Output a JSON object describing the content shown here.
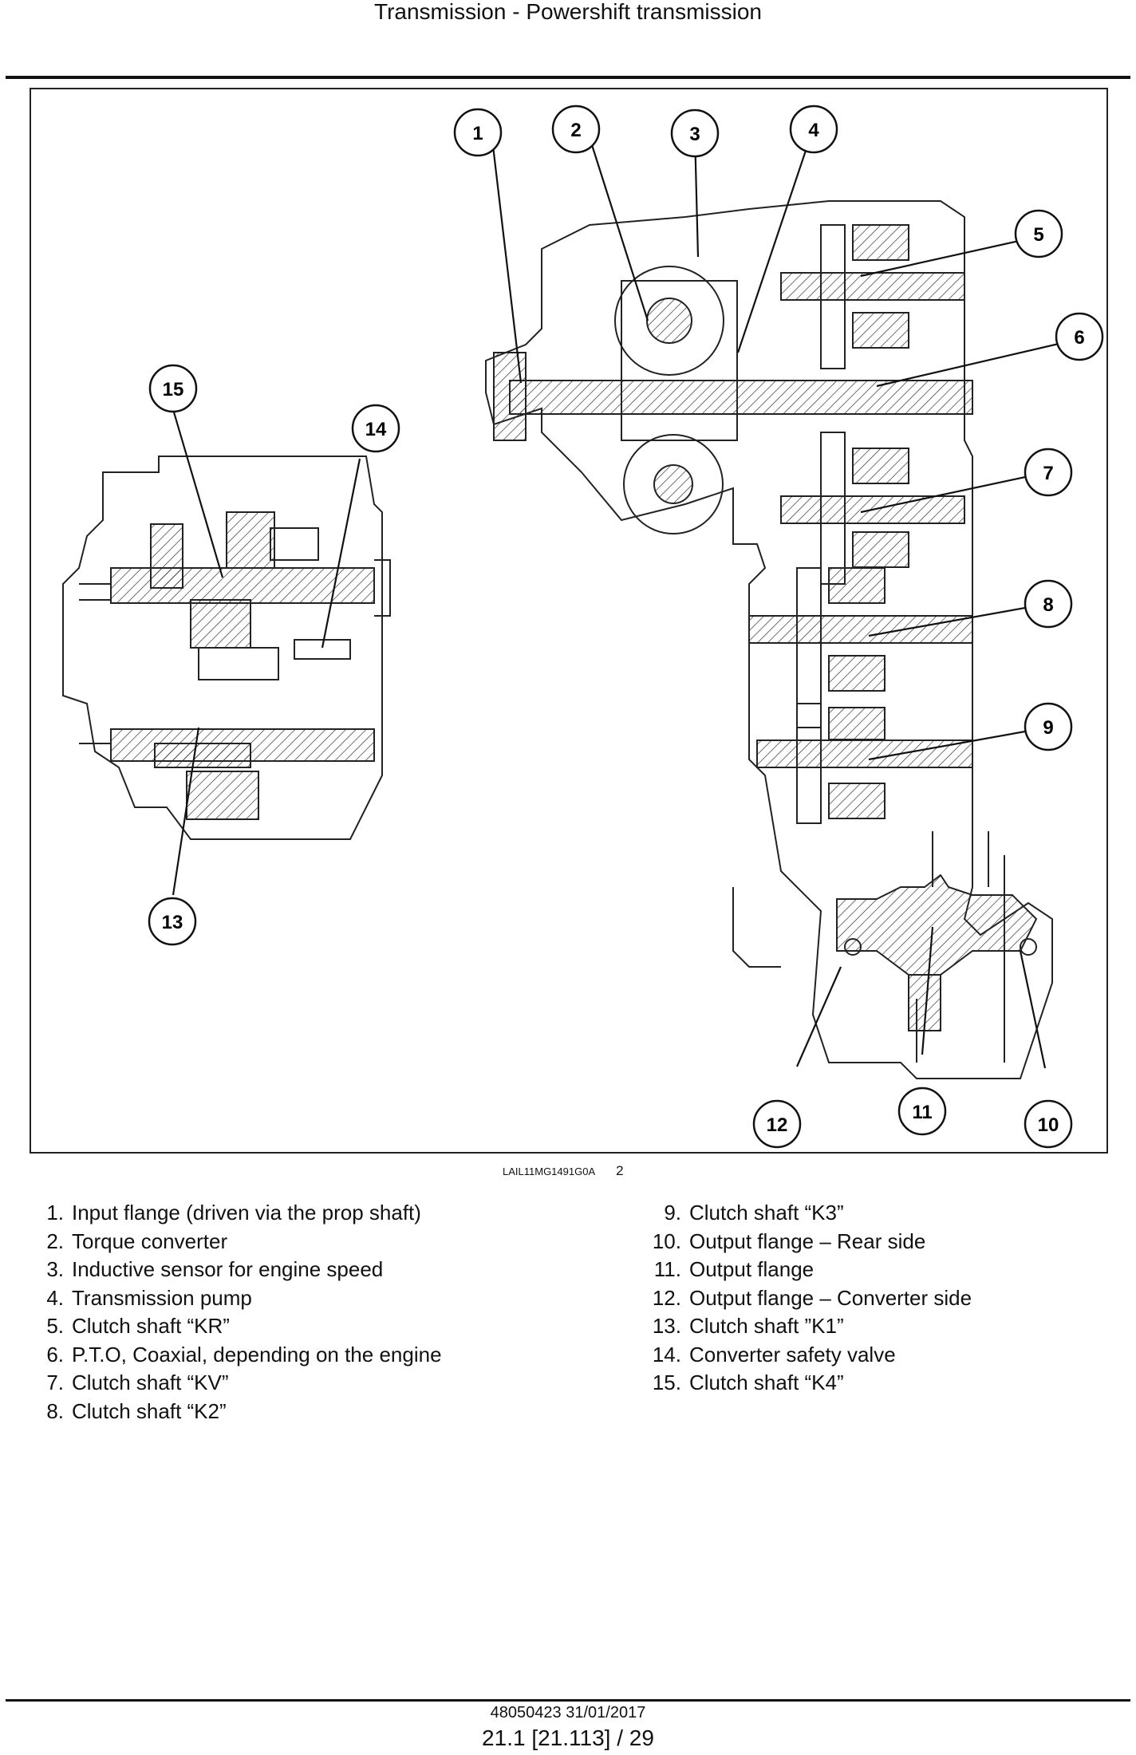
{
  "header": {
    "title": "Transmission - Powershift transmission"
  },
  "figure": {
    "callouts": [
      "1",
      "2",
      "3",
      "4",
      "5",
      "6",
      "7",
      "8",
      "9",
      "10",
      "11",
      "12",
      "13",
      "14",
      "15"
    ],
    "code": "LAIL11MG1491G0A",
    "number": "2"
  },
  "legend": {
    "left": [
      {
        "num": "1.",
        "text": "Input flange (driven via the prop shaft)"
      },
      {
        "num": "2.",
        "text": "Torque converter"
      },
      {
        "num": "3.",
        "text": "Inductive sensor for engine speed"
      },
      {
        "num": "4.",
        "text": "Transmission pump"
      },
      {
        "num": "5.",
        "text": "Clutch shaft “KR”"
      },
      {
        "num": "6.",
        "text": "P.T.O, Coaxial, depending on the engine"
      },
      {
        "num": "7.",
        "text": "Clutch shaft “KV”"
      },
      {
        "num": "8.",
        "text": "Clutch shaft “K2”"
      }
    ],
    "right": [
      {
        "num": "9.",
        "text": "Clutch shaft “K3”"
      },
      {
        "num": "10.",
        "text": "Output flange – Rear side"
      },
      {
        "num": "11.",
        "text": "Output flange"
      },
      {
        "num": "12.",
        "text": "Output flange – Converter side"
      },
      {
        "num": "13.",
        "text": "Clutch shaft ”K1”"
      },
      {
        "num": "14.",
        "text": "Converter safety valve"
      },
      {
        "num": "15.",
        "text": "Clutch shaft “K4”"
      }
    ]
  },
  "footer": {
    "doc": "48050423 31/01/2017",
    "page": "21.1 [21.113] / 29"
  }
}
